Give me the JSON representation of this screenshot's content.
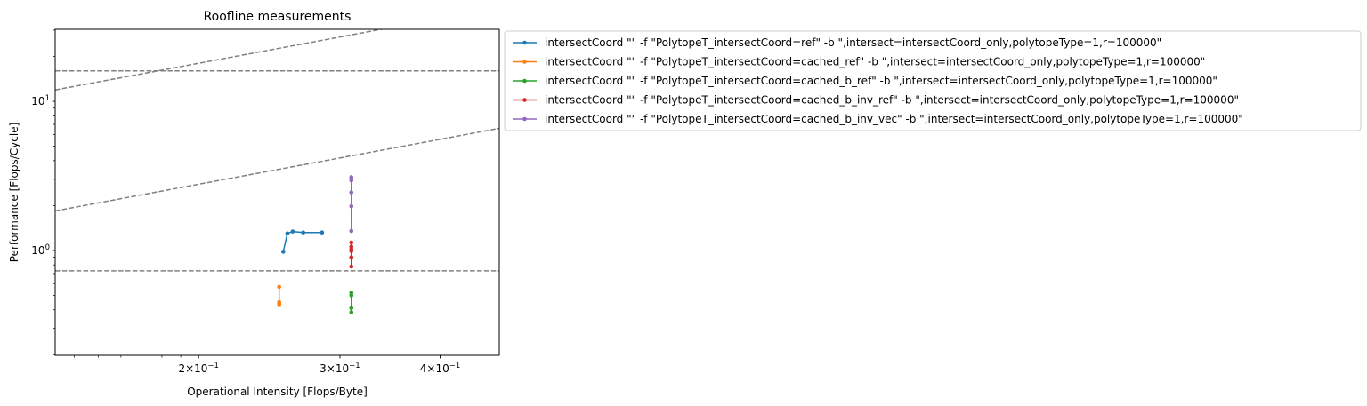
{
  "chart_data": {
    "type": "line",
    "title": "Roofline measurements",
    "xlabel": "Operational Intensity [Flops/Byte]",
    "ylabel": "Performance [Flops/Cycle]",
    "xscale": "log",
    "yscale": "log",
    "xlim": [
      0.1325,
      0.474
    ],
    "ylim": [
      0.198,
      30.4
    ],
    "grid": false,
    "legend_position": "outside-right",
    "x_ticks": [
      {
        "value": 0.2,
        "base": "2×10",
        "exp": "−1"
      },
      {
        "value": 0.3,
        "base": "3×10",
        "exp": "−1"
      },
      {
        "value": 0.4,
        "base": "4×10",
        "exp": "−1"
      }
    ],
    "y_ticks": [
      {
        "value": 1,
        "base": "10",
        "exp": "0"
      },
      {
        "value": 10,
        "base": "10",
        "exp": "1"
      }
    ],
    "roofs": [
      {
        "kind": "horizontal",
        "y": 16
      },
      {
        "kind": "horizontal",
        "y": 0.73
      },
      {
        "kind": "slope",
        "bandwidth": 90
      },
      {
        "kind": "slope",
        "bandwidth": 13.9
      }
    ],
    "roof_color": "#808080",
    "series": [
      {
        "name": "intersectCoord \"\" -f \"PolytopeT_intersectCoord=ref\" -b \",intersect=intersectCoord_only,polytopeType=1,r=100000\"",
        "color": "#1f77b4",
        "points": [
          [
            0.255,
            0.98
          ],
          [
            0.258,
            1.3
          ],
          [
            0.262,
            1.34
          ],
          [
            0.27,
            1.32
          ],
          [
            0.285,
            1.32
          ]
        ]
      },
      {
        "name": "intersectCoord \"\" -f \"PolytopeT_intersectCoord=cached_ref\" -b \",intersect=intersectCoord_only,polytopeType=1,r=100000\"",
        "color": "#ff7f0e",
        "points": [
          [
            0.252,
            0.57
          ],
          [
            0.252,
            0.45
          ],
          [
            0.252,
            0.44
          ],
          [
            0.252,
            0.43
          ]
        ]
      },
      {
        "name": "intersectCoord \"\" -f \"PolytopeT_intersectCoord=cached_b_ref\" -b \",intersect=intersectCoord_only,polytopeType=1,r=100000\"",
        "color": "#2ca02c",
        "points": [
          [
            0.31,
            0.52
          ],
          [
            0.31,
            0.5
          ],
          [
            0.31,
            0.41
          ],
          [
            0.31,
            0.385
          ]
        ]
      },
      {
        "name": "intersectCoord \"\" -f \"PolytopeT_intersectCoord=cached_b_inv_ref\" -b \",intersect=intersectCoord_only,polytopeType=1,r=100000\"",
        "color": "#d62728",
        "points": [
          [
            0.31,
            1.13
          ],
          [
            0.31,
            1.06
          ],
          [
            0.31,
            1.02
          ],
          [
            0.31,
            0.99
          ],
          [
            0.31,
            0.9
          ],
          [
            0.31,
            0.78
          ]
        ]
      },
      {
        "name": "intersectCoord \"\" -f \"PolytopeT_intersectCoord=cached_b_inv_vec\" -b \",intersect=intersectCoord_only,polytopeType=1,r=100000\"",
        "color": "#9467bd",
        "points": [
          [
            0.31,
            3.1
          ],
          [
            0.31,
            2.95
          ],
          [
            0.31,
            2.45
          ],
          [
            0.31,
            1.98
          ],
          [
            0.31,
            1.35
          ]
        ]
      }
    ]
  }
}
